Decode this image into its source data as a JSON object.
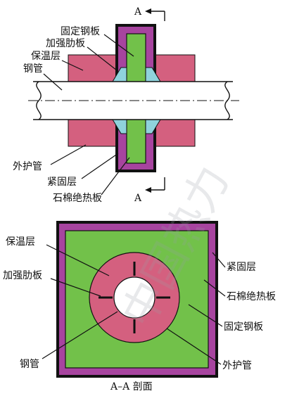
{
  "labels": {
    "section_mark": "A",
    "fixed_plate": "固定钢板",
    "rib_plate": "加强肋板",
    "insulation": "保温层",
    "steel_pipe": "钢管",
    "outer_pipe": "外护管",
    "fastening": "紧固层",
    "asbestos_board": "石棉绝热板",
    "section_caption": "A–A 剖面"
  },
  "watermark": "中国热力",
  "colors": {
    "fixed_plate": "#72c14a",
    "rib_plate": "#8fd2dc",
    "insulation": "#d4607f",
    "fastening": "#a7449f",
    "outline": "#111111",
    "pipe": "#ffffff",
    "background": "#ffffff"
  }
}
